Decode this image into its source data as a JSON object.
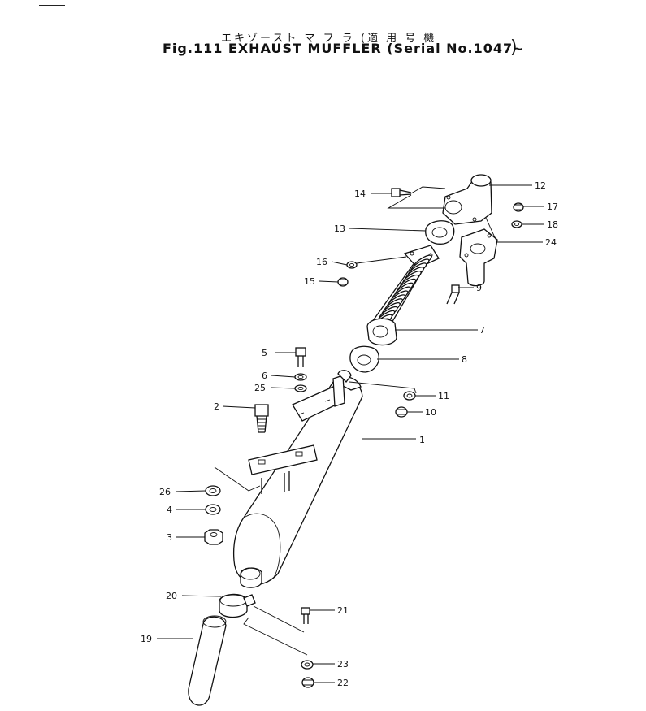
{
  "title": {
    "japanese": "エキゾースト マ フ ラ (適 用 号 機",
    "english": "Fig.111  EXHAUST  MUFFLER (Serial No.1047~",
    "close_paren": ")"
  },
  "callouts": [
    {
      "id": "c1",
      "label": "1"
    },
    {
      "id": "c2",
      "label": "2"
    },
    {
      "id": "c3",
      "label": "3"
    },
    {
      "id": "c4",
      "label": "4"
    },
    {
      "id": "c5",
      "label": "5"
    },
    {
      "id": "c6",
      "label": "6"
    },
    {
      "id": "c7",
      "label": "7"
    },
    {
      "id": "c8",
      "label": "8"
    },
    {
      "id": "c9",
      "label": "9"
    },
    {
      "id": "c10",
      "label": "10"
    },
    {
      "id": "c11",
      "label": "11"
    },
    {
      "id": "c12",
      "label": "12"
    },
    {
      "id": "c13",
      "label": "13"
    },
    {
      "id": "c14",
      "label": "14"
    },
    {
      "id": "c15",
      "label": "15"
    },
    {
      "id": "c16",
      "label": "16"
    },
    {
      "id": "c17",
      "label": "17"
    },
    {
      "id": "c18",
      "label": "18"
    },
    {
      "id": "c19",
      "label": "19"
    },
    {
      "id": "c20",
      "label": "20"
    },
    {
      "id": "c21",
      "label": "21"
    },
    {
      "id": "c22",
      "label": "22"
    },
    {
      "id": "c23",
      "label": "23"
    },
    {
      "id": "c24",
      "label": "24"
    },
    {
      "id": "c25",
      "label": "25"
    },
    {
      "id": "c26",
      "label": "26"
    }
  ]
}
